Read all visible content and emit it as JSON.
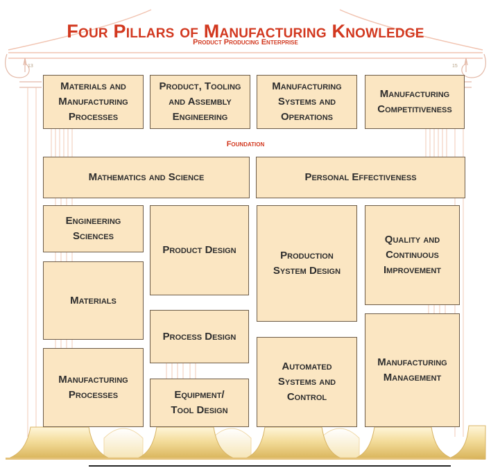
{
  "header": {
    "title": "Four Pillars of Manufacturing Knowledge",
    "subtitle": "Product Producing Enterprise"
  },
  "pillars_top": [
    "Materials and\nManufacturing\nProcesses",
    "Product, Tooling\nand Assembly\nEngineering",
    "Manufacturing\nSystems and\nOperations",
    "Manufacturing\nCompetitiveness"
  ],
  "foundation": {
    "label": "Foundation",
    "left": "Mathematics and Science",
    "right": "Personal Effectiveness"
  },
  "columns": {
    "col1": [
      "Engineering\nSciences",
      "Materials",
      "Manufacturing\nProcesses"
    ],
    "col2": [
      "Product Design",
      "Process Design",
      "Equipment/\nTool Design"
    ],
    "col3": [
      "Production\nSystem Design",
      "Automated\nSystems and\nControl"
    ],
    "col4": [
      "Quality and\nContinuous\nImprovement",
      "Manufacturing\nManagement"
    ]
  },
  "capital_marks": [
    "13",
    "15"
  ],
  "colors": {
    "title": "#d2381f",
    "box_fill": "#fbe6c2",
    "box_border": "#6b5a46",
    "column_line": "#f0c9b6",
    "base_gold": "#e8c773"
  }
}
